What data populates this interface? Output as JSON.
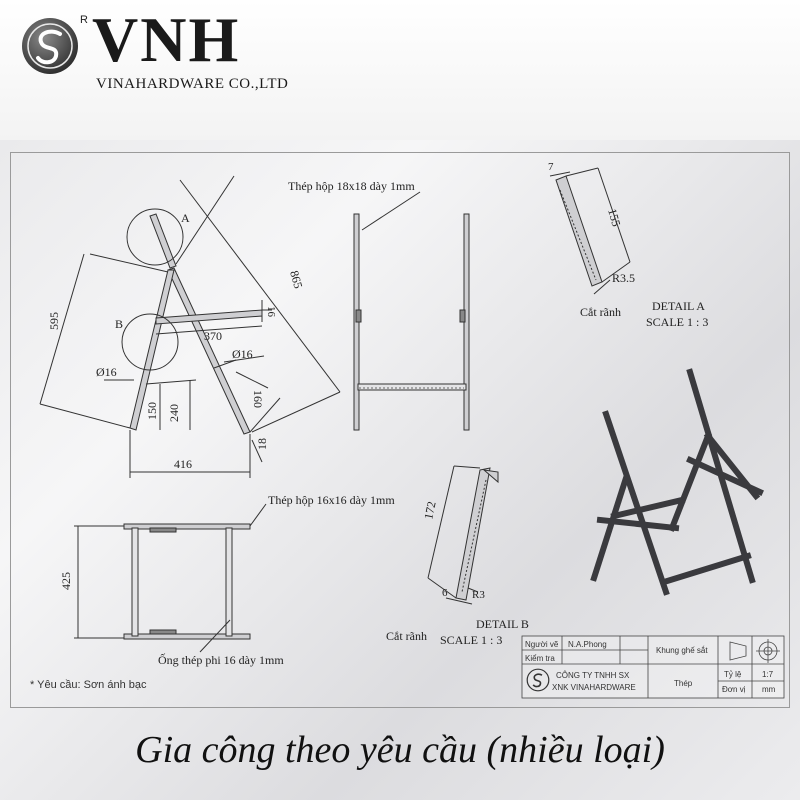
{
  "brand": {
    "name": "VNH",
    "reg_mark": "R",
    "company": "VINAHARDWARE CO.,LTD"
  },
  "labels": {
    "tube_18": "Thép hộp 18x18 dày 1mm",
    "tube_16": "Thép hộp 16x16 dày 1mm",
    "pipe_16": "Ống thép phi 16 dày 1mm",
    "detail_a": "DETAIL A",
    "scale_a": "SCALE 1 : 3",
    "detail_b": "DETAIL B",
    "scale_b": "SCALE 1 : 3",
    "cut_a": "Cắt rãnh",
    "cut_b": "Cắt rãnh",
    "circle_a": "A",
    "circle_b": "B",
    "note": "* Yêu cầu: Sơn ánh bạc"
  },
  "dimensions": {
    "d595": "595",
    "d865": "865",
    "d370": "370",
    "d416": "416",
    "d150": "150",
    "d240": "240",
    "d160": "160",
    "d18": "18",
    "d16": "16",
    "phi16a": "Ø16",
    "phi16b": "Ø16",
    "d425": "425",
    "d7": "7",
    "d155": "155",
    "r35": "R3.5",
    "d172": "172",
    "d6": "6",
    "r3": "R3"
  },
  "title_block": {
    "drawn_by_label": "Người vẽ",
    "drawn_by": "N.A.Phong",
    "checked_label": "Kiểm tra",
    "part_name": "Khung ghế sắt",
    "company_line1": "CÔNG TY TNHH SX",
    "company_line2": "XNK VINAHARDWARE",
    "material": "Thép",
    "scale_label": "Tỷ lệ",
    "scale": "1:7",
    "unit_label": "Đơn vị",
    "unit": "mm"
  },
  "footer": "Gia công theo yêu cầu (nhiều loại)"
}
